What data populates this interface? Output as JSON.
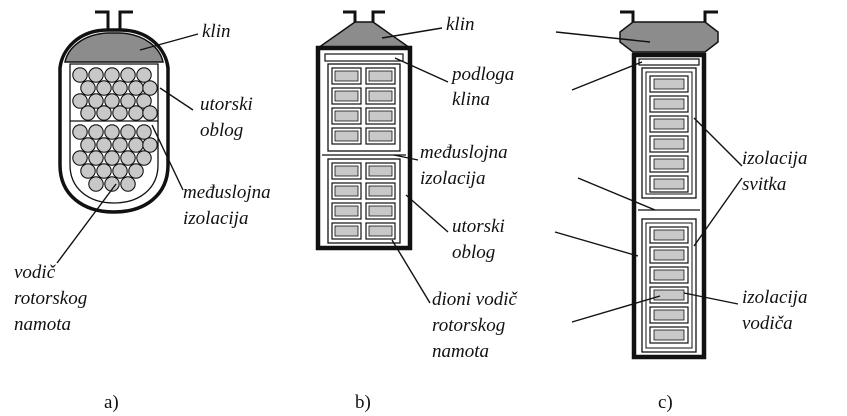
{
  "diagram": {
    "a": {
      "caption": "a)",
      "labels": {
        "klin": "klin",
        "utorski_1": "utorski",
        "utorski_2": "oblog",
        "meduslojna_1": "međuslojna",
        "meduslojna_2": "izolacija",
        "vodic_1": "vodič",
        "vodic_2": "rotorskog",
        "vodic_3": "namota"
      }
    },
    "b": {
      "caption": "b)",
      "labels": {
        "klin": "klin",
        "podloga_1": "podloga",
        "podloga_2": "klina",
        "meduslojna_1": "međuslojna",
        "meduslojna_2": "izolacija",
        "utorski_1": "utorski",
        "utorski_2": "oblog",
        "dioni_1": "dioni vodič",
        "dioni_2": "rotorskog",
        "dioni_3": "namota"
      }
    },
    "c": {
      "caption": "c)",
      "labels": {
        "izolacija_svitka_1": "izolacija",
        "izolacija_svitka_2": "svitka",
        "izolacija_vodica_1": "izolacija",
        "izolacija_vodica_2": "vodiča"
      }
    }
  },
  "colors": {
    "wedge": "#8c8c8c",
    "conductor": "#c8c8c8",
    "outline": "#111111",
    "insulation": "#ffffff"
  }
}
